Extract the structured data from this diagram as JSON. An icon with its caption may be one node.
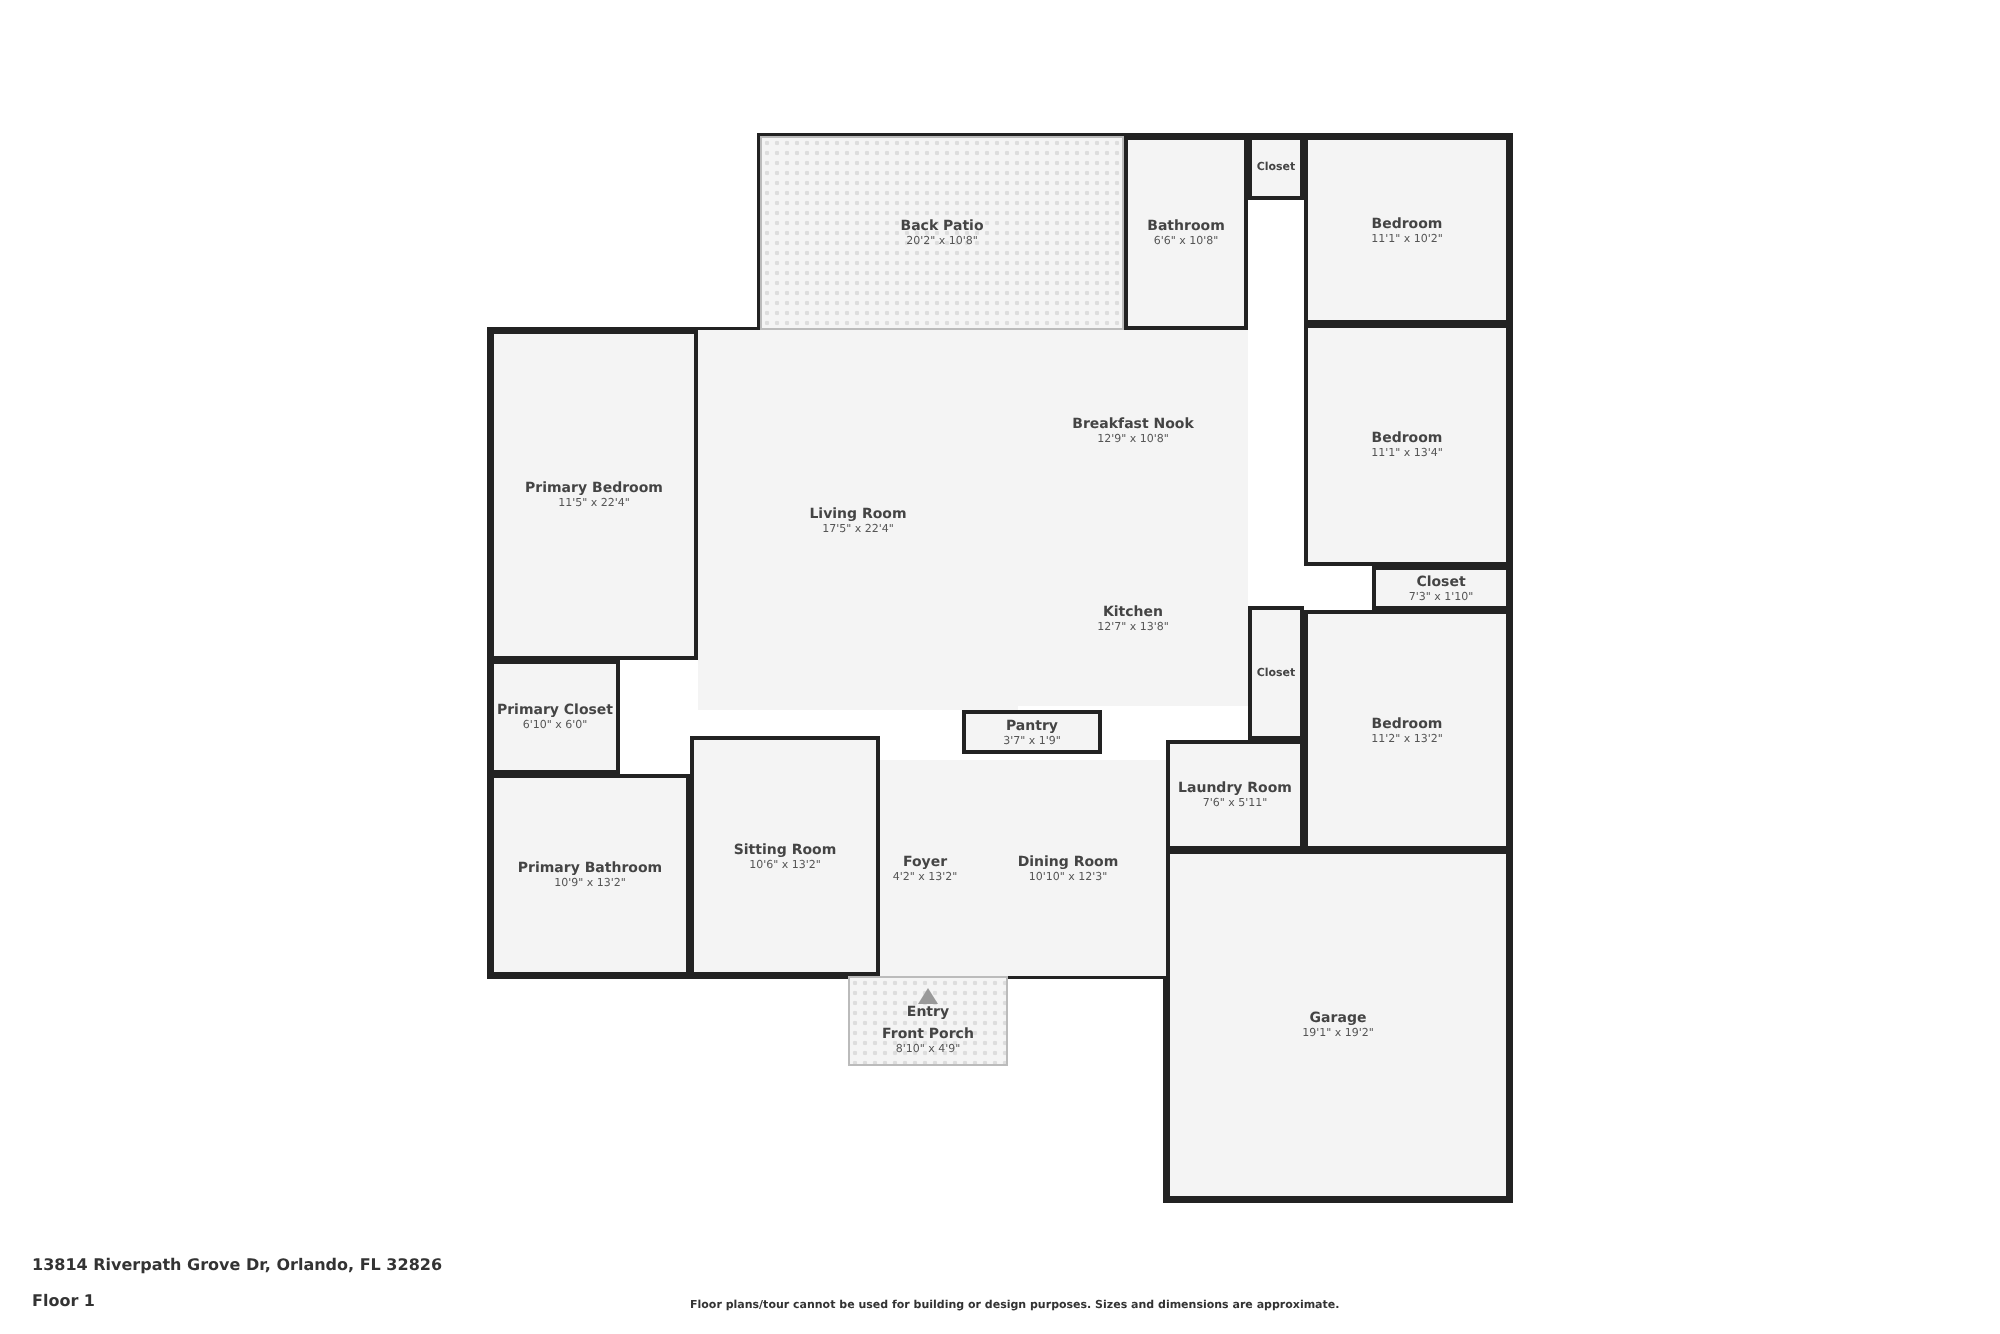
{
  "diagram": {
    "nodes": [
      {
        "text": [
          "Back Patio",
          "20'2\" x 10'8\""
        ]
      },
      {
        "text": [
          "Bathroom",
          "6'6\" x 10'8\""
        ]
      },
      {
        "text": [
          "Closet"
        ]
      },
      {
        "text": [
          "Bedroom",
          "11'1\" x 10'2\""
        ]
      },
      {
        "text": [
          "Primary Bedroom",
          "11'5\" x 22'4\""
        ]
      },
      {
        "text": [
          "Living Room",
          "17'5\" x 22'4\""
        ]
      },
      {
        "text": [
          "Breakfast Nook",
          "12'9\" x 10'8\""
        ]
      },
      {
        "text": [
          "Bedroom",
          "11'1\" x 13'4\""
        ]
      },
      {
        "text": [
          "Closet",
          "7'3\" x 1'10\""
        ]
      },
      {
        "text": [
          "Kitchen",
          "12'7\" x 13'8\""
        ]
      },
      {
        "text": [
          "Primary Closet",
          "6'10\" x 6'0\""
        ]
      },
      {
        "text": [
          "Closet"
        ]
      },
      {
        "text": [
          "Bedroom",
          "11'2\" x 13'2\""
        ]
      },
      {
        "text": [
          "Pantry",
          "3'7\" x 1'9\""
        ]
      },
      {
        "text": [
          "Laundry Room",
          "7'6\" x 5'11\""
        ]
      },
      {
        "text": [
          "Primary Bathroom",
          "10'9\" x 13'2\""
        ]
      },
      {
        "text": [
          "Sitting Room",
          "10'6\" x 13'2\""
        ]
      },
      {
        "text": [
          "Foyer",
          "4'2\" x 13'2\""
        ]
      },
      {
        "text": [
          "Dining Room",
          "10'10\" x 12'3\""
        ]
      },
      {
        "text": [
          "Entry",
          "Front Porch",
          "8'10\" x 4'9\""
        ]
      },
      {
        "text": [
          "Garage",
          "19'1\" x 19'2\""
        ]
      }
    ],
    "labels": [
      "13814 Riverpath Grove Dr, Orlando, FL 32826",
      "Floor 1",
      "Floor plans/tour cannot be used for building or design purposes. Sizes and dimensions are approximate."
    ]
  }
}
